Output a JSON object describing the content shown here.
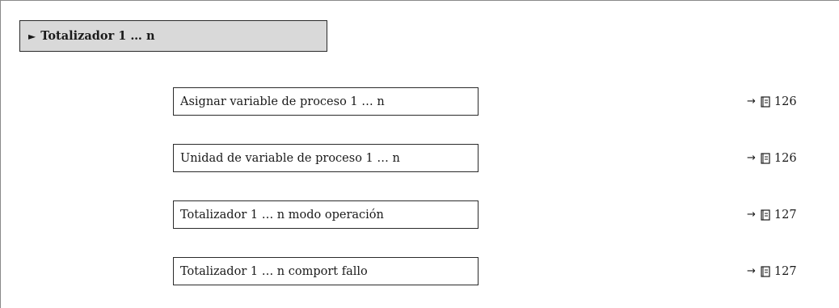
{
  "header": {
    "marker": "►",
    "title": "Totalizador 1 … n"
  },
  "parameters": [
    {
      "label": "Asignar variable de proceso 1 … n",
      "arrow": "→",
      "page": "126"
    },
    {
      "label": "Unidad de variable de proceso 1 … n",
      "arrow": "→",
      "page": "126"
    },
    {
      "label": "Totalizador 1 … n modo operación",
      "arrow": "→",
      "page": "127"
    },
    {
      "label": "Totalizador 1 … n comport fallo",
      "arrow": "→",
      "page": "127"
    }
  ]
}
